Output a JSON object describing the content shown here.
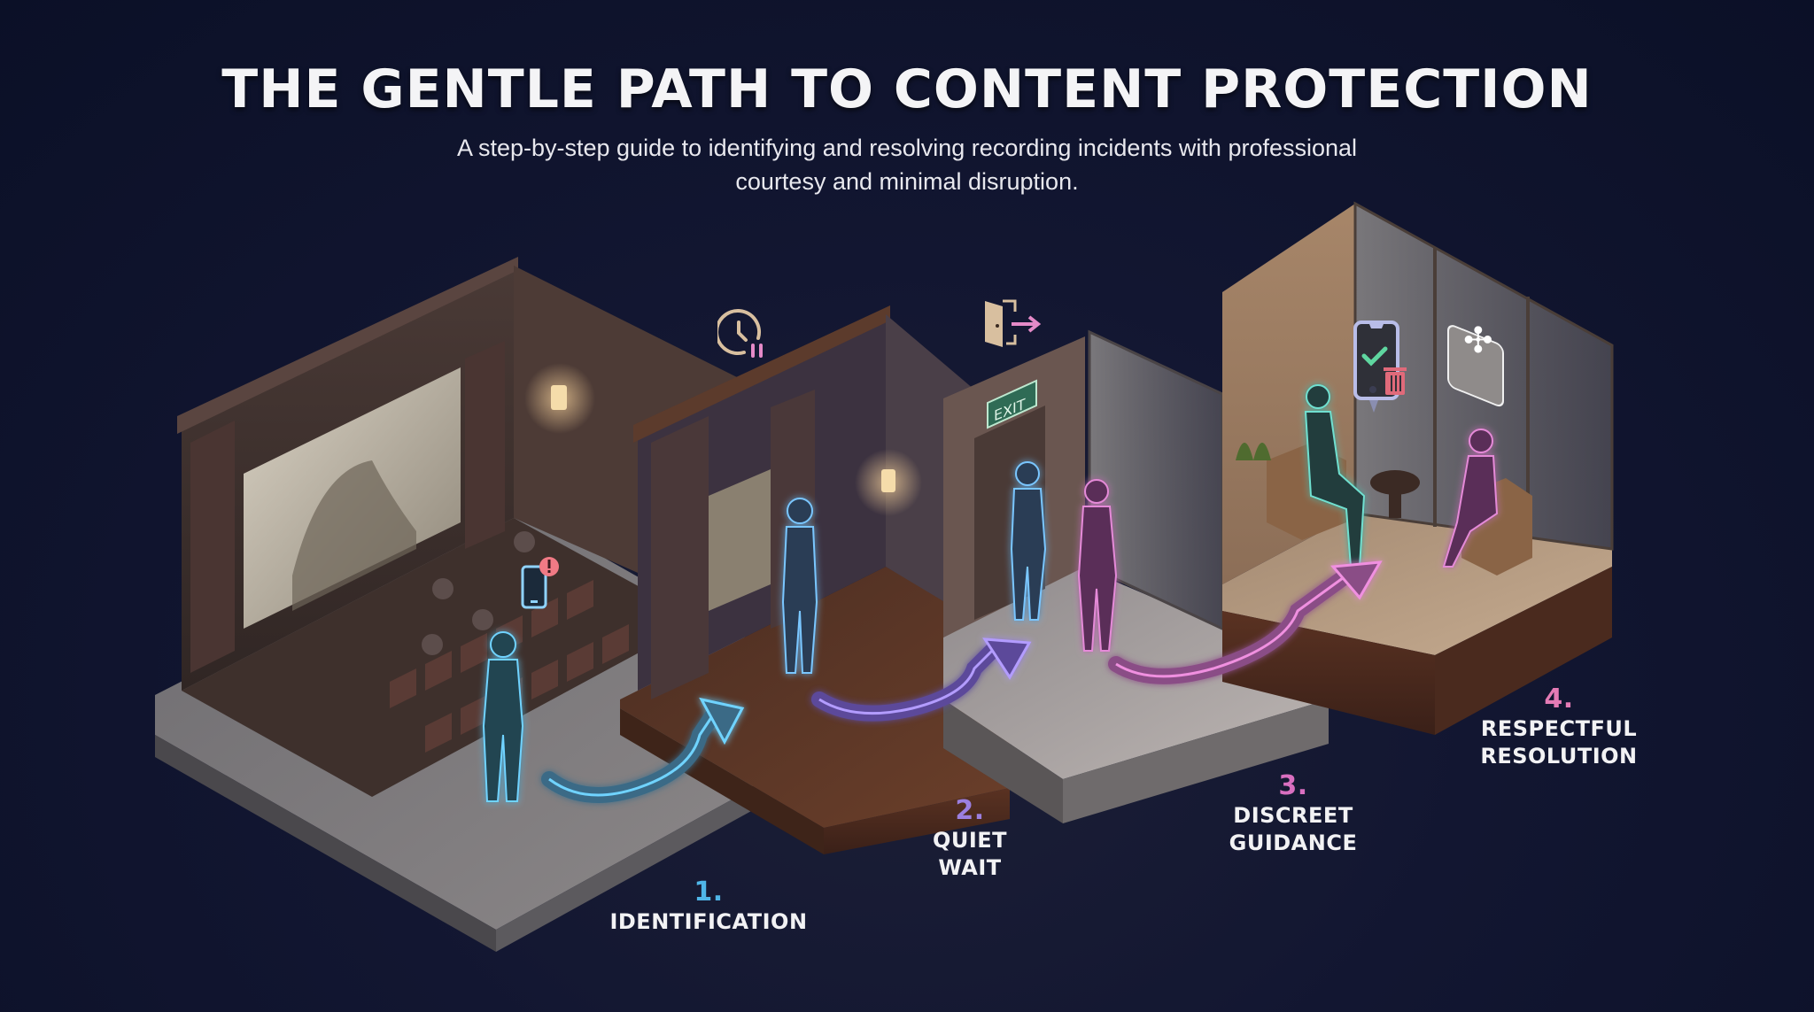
{
  "header": {
    "title": "THE GENTLE PATH TO CONTENT PROTECTION",
    "subtitle_line1": "A step-by-step guide to identifying and resolving recording incidents with professional",
    "subtitle_line2": "courtesy and minimal disruption."
  },
  "colors": {
    "background": "#0b1027",
    "step1_accent": "#4fb6e8",
    "step2_accent": "#9b7fe0",
    "step3_accent": "#d96fc0",
    "step4_accent": "#e47bb5",
    "icon_beige": "#d8bf9f",
    "icon_pink": "#e58ac8",
    "exit_sign_green": "#2f6b55"
  },
  "steps": [
    {
      "number": "1.",
      "label_line1": "IDENTIFICATION",
      "label_line2": "",
      "color": "#4fb6e8",
      "scene": "cinema auditorium with staff member identifying guest recording on phone",
      "badge_icon": "phone-alert-icon"
    },
    {
      "number": "2.",
      "label_line1": "QUIET",
      "label_line2": "WAIT",
      "color": "#9b7fe0",
      "scene": "curtained corridor where staff member waits quietly",
      "badge_icon": "clock-pause-icon"
    },
    {
      "number": "3.",
      "label_line1": "DISCREET",
      "label_line2": "GUIDANCE",
      "color": "#d96fc0",
      "scene": "exit hallway where staff guides guest out",
      "badge_icon": "door-exit-icon"
    },
    {
      "number": "4.",
      "label_line1": "RESPECTFUL",
      "label_line2": "RESOLUTION",
      "color": "#e47bb5",
      "scene": "lounge room with guest deleting recording",
      "badge_icon": "phone-check-delete-icon"
    }
  ],
  "scene_text": {
    "exit_sign": "EXIT"
  }
}
